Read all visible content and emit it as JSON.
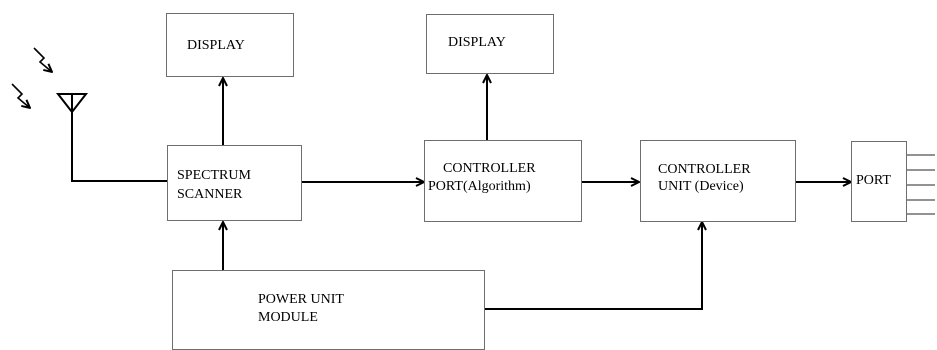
{
  "diagram": {
    "blocks": {
      "display_1": {
        "line1": "DISPLAY"
      },
      "display_2": {
        "line1": "DISPLAY"
      },
      "spectrum_scanner": {
        "line1": "SPECTRUM",
        "line2": "SCANNER"
      },
      "controller_port": {
        "line1": "CONTROLLER",
        "line2": "PORT(Algorithm)"
      },
      "controller_unit": {
        "line1": "CONTROLLER",
        "line2": "UNIT (Device)"
      },
      "port": {
        "line1": "PORT"
      },
      "power_unit": {
        "line1": "POWER UNIT",
        "line2": "MODULE"
      }
    }
  }
}
